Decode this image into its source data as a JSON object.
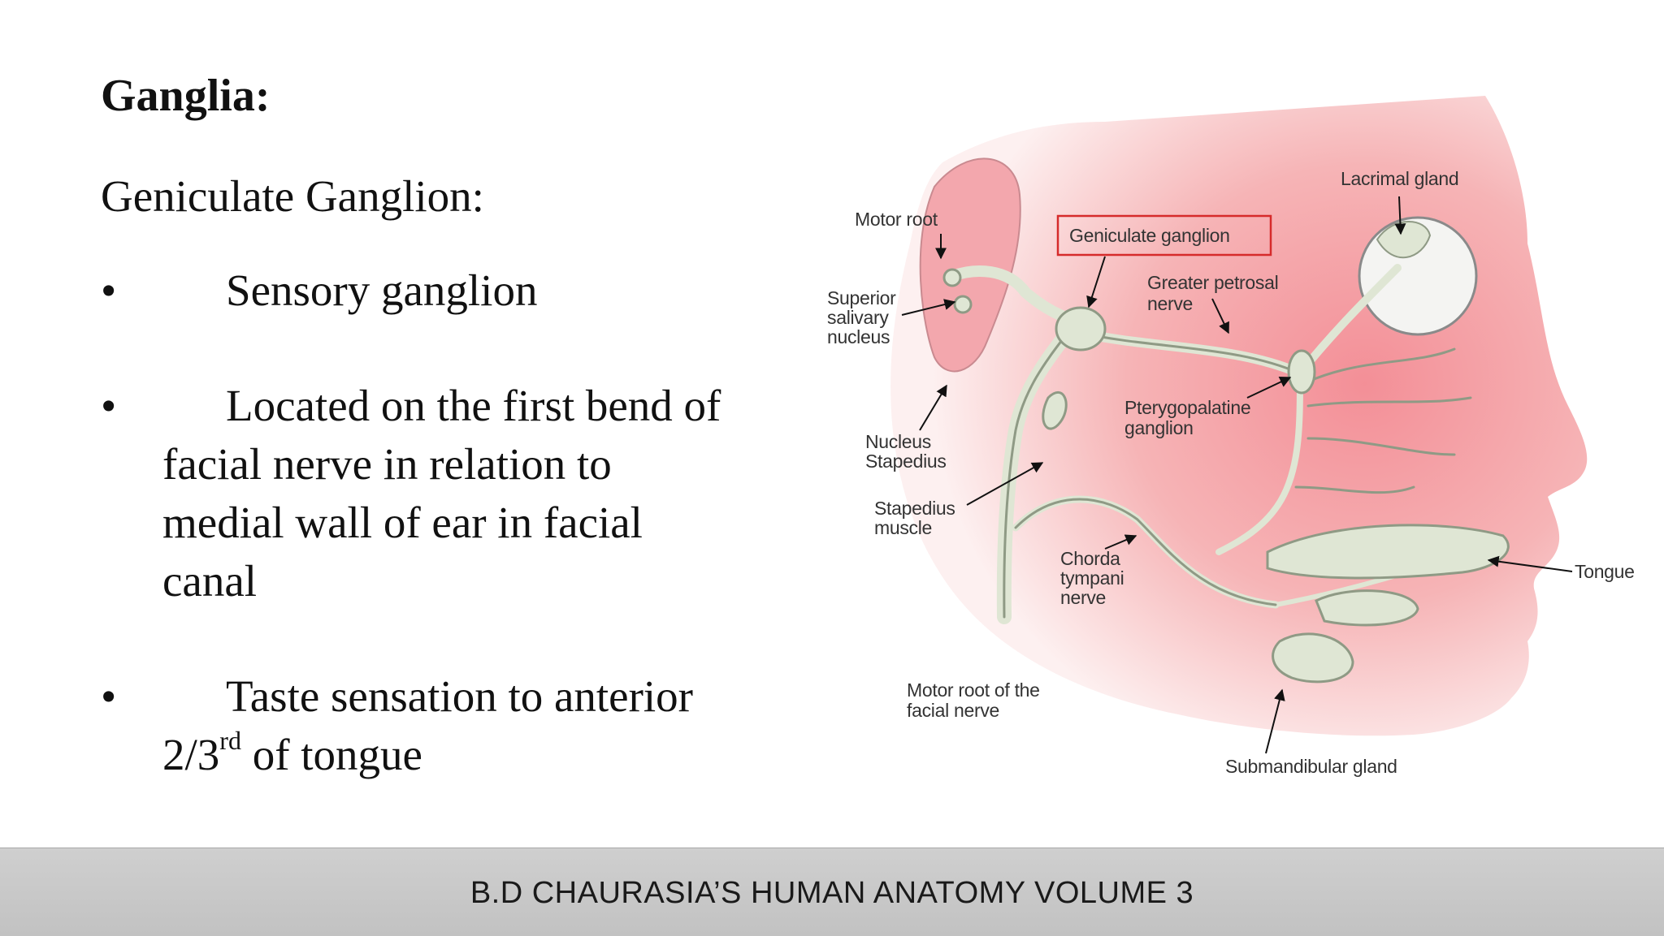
{
  "slide": {
    "title": "Ganglia:",
    "subheading": "Geniculate Ganglion:",
    "bullet_symbol": "•",
    "bullets": [
      {
        "lead": "Sensory ganglion",
        "cont": []
      },
      {
        "lead": "Located on the first bend of",
        "cont": [
          "facial nerve in relation to",
          "medial wall of ear in facial",
          "canal"
        ]
      },
      {
        "lead": "Taste sensation to anterior",
        "cont_pre": "2/3",
        "cont_sup": "rd",
        "cont_post": " of tongue"
      }
    ]
  },
  "diagram": {
    "labels": {
      "motor_root": "Motor root",
      "superior_salivary_nucleus": [
        "Superior",
        "salivary",
        "nucleus"
      ],
      "geniculate_ganglion": "Geniculate ganglion",
      "greater_petrosal_nerve": [
        "Greater petrosal",
        "nerve"
      ],
      "lacrimal_gland": "Lacrimal gland",
      "pterygopalatine_ganglion": [
        "Pterygopalatine",
        "ganglion"
      ],
      "nucleus_stapedius": [
        "Nucleus",
        "Stapedius"
      ],
      "stapedius_muscle": [
        "Stapedius",
        "muscle"
      ],
      "chorda_tympani_nerve": [
        "Chorda",
        "tympani",
        "nerve"
      ],
      "tongue": "Tongue",
      "motor_root_facial_nerve": [
        "Motor root of the",
        "facial nerve"
      ],
      "submandibular_gland": "Submandibular gland"
    },
    "colors": {
      "skin": "#f2a3a8",
      "nerve": "#dfe6d4",
      "highlight_box": "#d62b2b"
    }
  },
  "footer": {
    "text": "B.D CHAURASIA’S HUMAN ANATOMY VOLUME 3"
  }
}
